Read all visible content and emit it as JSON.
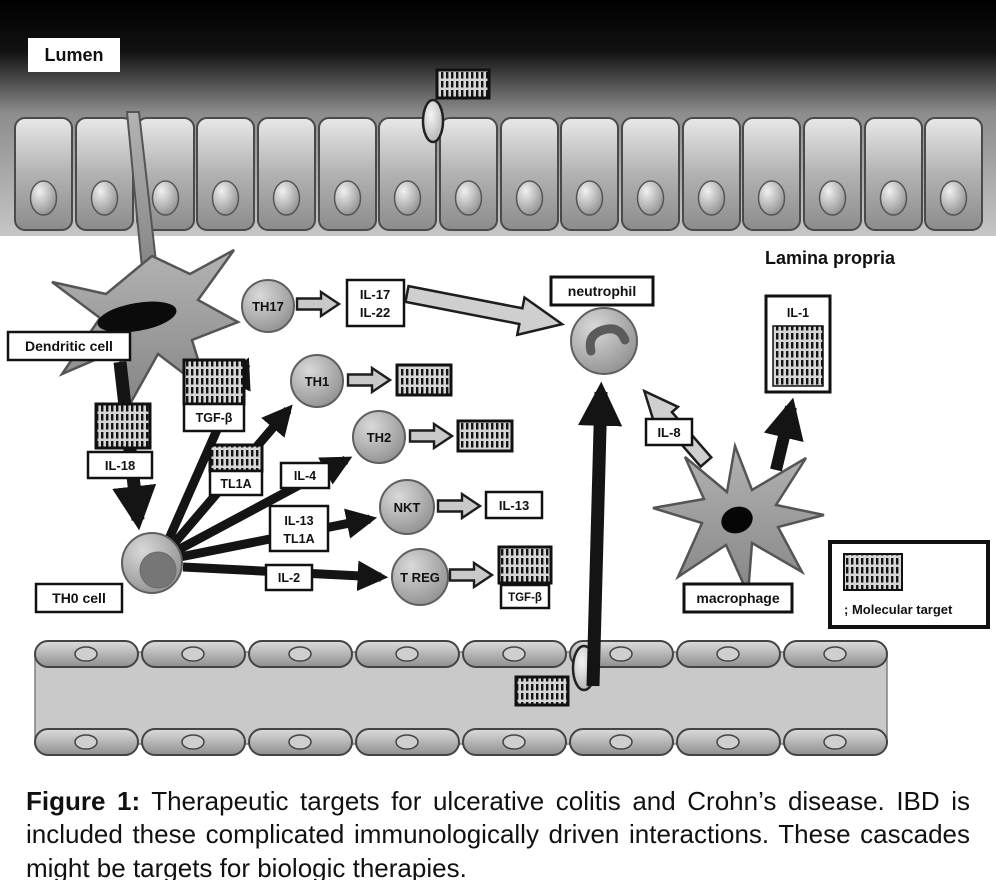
{
  "diagram": {
    "regions": {
      "lumen": "Lumen",
      "lamina_propria": "Lamina propria"
    },
    "cells": {
      "dendritic": "Dendritic cell",
      "th0": "TH0 cell",
      "th17": "TH17",
      "th1": "TH1",
      "th2": "TH2",
      "nkt": "NKT",
      "treg": "T REG",
      "neutrophil": "neutrophil",
      "macrophage": "macrophage"
    },
    "cytokines": {
      "il18": "IL-18",
      "tgf_beta": "TGF-β",
      "tl1a": "TL1A",
      "il4": "IL-4",
      "il13_a": "IL-13",
      "tl1a_b": "TL1A",
      "il2": "IL-2",
      "il17": "IL-17",
      "il22": "IL-22",
      "il13_out": "IL-13",
      "tgf_beta_out": "TGF-β",
      "il8": "IL-8",
      "il1": "IL-1"
    },
    "legend_label": "; Molecular target"
  },
  "caption": {
    "figure_label": "Figure 1:",
    "body": "Therapeutic targets for ulcerative colitis and Crohn’s disease. IBD is included these complicated immunologically driven interactions. These cascades might be targets for biologic therapies."
  }
}
